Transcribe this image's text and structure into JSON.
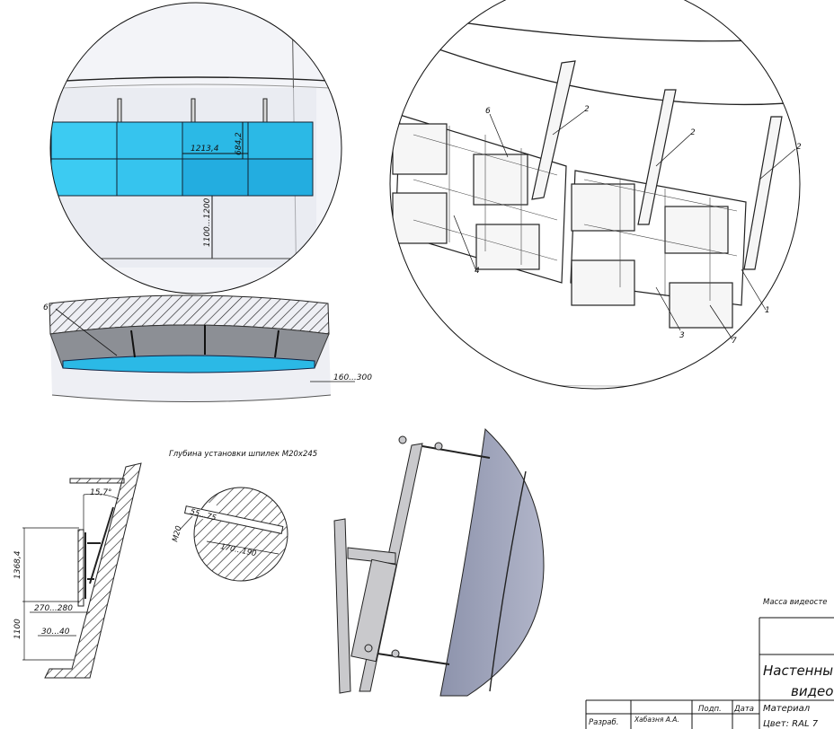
{
  "top_view": {
    "dim_width": "1213,4",
    "dim_height": "684,2",
    "dim_mount_height": "1100...1200"
  },
  "plan_view": {
    "callout": "6",
    "dim_depth": "160...300"
  },
  "iso_view": {
    "callouts": [
      "6",
      "2",
      "2",
      "2",
      "4",
      "3",
      "7",
      "1"
    ]
  },
  "section_view": {
    "caption": "Глубина установки шпилек М20х245",
    "angle": "15,7°",
    "dim_height": "1368,4",
    "dim_floor": "1100",
    "dim_offset": "270...280",
    "dim_gap": "30...40",
    "detail_stud": "М20",
    "detail_a": "55...75",
    "detail_b": "170...190"
  },
  "title_block": {
    "mass_label": "Масса видеосте",
    "title_line1": "Настенны",
    "title_line2": "видео",
    "col_sign": "Подп.",
    "col_date": "Дата",
    "material": "Материал",
    "color": "Цвет: RAL 7",
    "row_dev": "Разраб.",
    "developer": "Хабазня А.А."
  },
  "colors": {
    "panel": "#2fc0ea",
    "panel_dark": "#1aa9d8",
    "bg_gray": "#eef0f5",
    "wall_gray": "#9ea3b8"
  }
}
